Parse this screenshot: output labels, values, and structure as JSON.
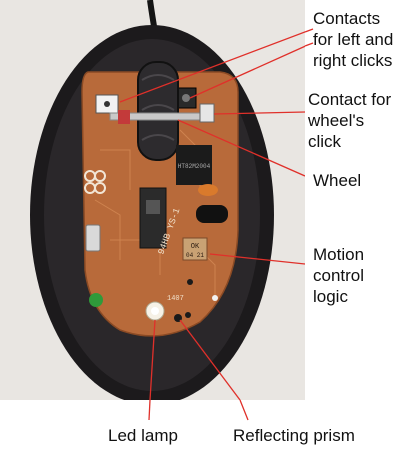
{
  "figure": {
    "labels": {
      "contacts": "Contacts\nfor left and\nright clicks",
      "wheel_click": "Contact for\nwheel's\nclick",
      "wheel": "Wheel",
      "motion": "Motion\ncontrol\nlogic",
      "led": "Led lamp",
      "prism": "Reflecting prism"
    },
    "board_markings": {
      "chip": "HT82M2004",
      "ok_stamp": "OK\n04 21",
      "model": "94HB YS-1",
      "date": "1407"
    },
    "colors": {
      "pcb": "#b86a3a",
      "shell": "#1c1a1c",
      "pointer_line": "#e0302a",
      "label_text": "#111111"
    }
  }
}
